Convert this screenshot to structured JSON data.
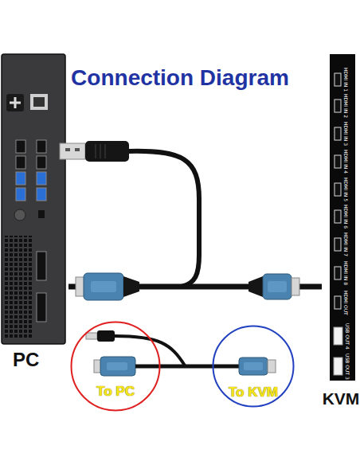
{
  "diagram": {
    "title": "Connection Diagram",
    "nodes": [
      {
        "text": [
          "PC"
        ]
      },
      {
        "text": [
          "KVM"
        ]
      },
      {
        "text": [
          "To PC"
        ]
      },
      {
        "text": [
          "To KVM"
        ]
      }
    ],
    "edges": [
      {
        "from": 0,
        "to": 1,
        "arrow": "none"
      },
      {
        "from": 2,
        "to": 3,
        "arrow": "none"
      }
    ],
    "labels": [
      "HDMI IN 1",
      "HDMI IN 2",
      "HDMI IN 3",
      "HDMI IN 4",
      "HDMI IN 5",
      "HDMI IN 6",
      "HDMI IN 7",
      "HDMI IN 8",
      "HDMI OUT",
      "USB OUT 4",
      "USB OUT 3"
    ]
  }
}
